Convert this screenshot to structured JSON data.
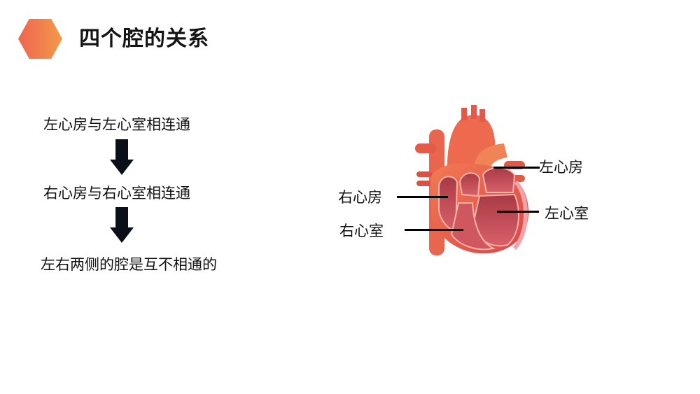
{
  "header": {
    "icon": "hexagon-icon",
    "title": "四个腔的关系",
    "accent_gradient": [
      "#ee654f",
      "#f29a4b"
    ]
  },
  "flow": {
    "steps": [
      "左心房与左心室相连通",
      "右心房与右心室相连通",
      "左右两侧的腔是互不相通的"
    ],
    "arrow_icon": "down-arrow-icon"
  },
  "diagram": {
    "image": "heart-cross-section-illustration",
    "labels": {
      "right_atrium": "右心房",
      "right_ventricle": "右心室",
      "left_atrium": "左心房",
      "left_ventricle": "左心室"
    }
  }
}
